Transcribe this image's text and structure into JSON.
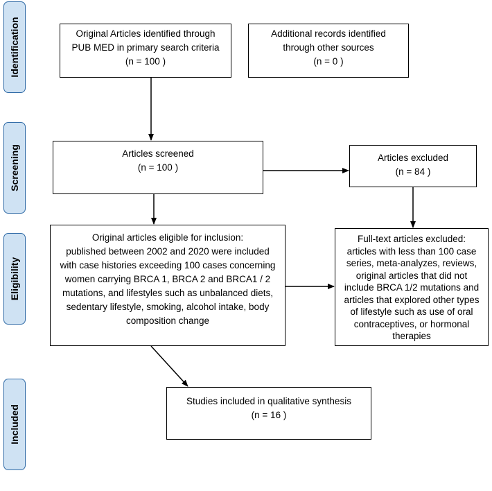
{
  "stages": {
    "identification": "Identification",
    "screening": "Screening",
    "eligibility": "Eligibility",
    "included": "Included"
  },
  "boxes": {
    "original_articles": {
      "line1": "Original Articles identified through",
      "line2": "PUB MED in primary search criteria",
      "count": "(n = 100  )"
    },
    "additional_records": {
      "line1": "Additional records identified",
      "line2": "through other sources",
      "count": "(n = 0   )"
    },
    "articles_screened": {
      "line1": "Articles screened",
      "count": "(n = 100   )"
    },
    "articles_excluded": {
      "line1": "Articles excluded",
      "count": "(n = 84   )"
    },
    "eligible": {
      "line1": "Original articles eligible for inclusion:",
      "line2": "published between 2002 and 2020 were included",
      "line3": "with case histories exceeding 100 cases concerning",
      "line4": "women carrying BRCA 1, BRCA 2 and BRCA1 / 2",
      "line5": "mutations, and lifestyles such as unbalanced diets,",
      "line6": "sedentary lifestyle, smoking, alcohol intake, body",
      "line7": "composition change"
    },
    "fulltext_excluded": {
      "line1": "Full-text articles excluded:",
      "line2": "articles with less than 100 case",
      "line3": "series, meta-analyzes, reviews,",
      "line4": "original articles that did not",
      "line5": "include BRCA 1/2 mutations and",
      "line6": "articles that explored other types",
      "line7": "of lifestyle such as use of oral",
      "line8": "contraceptives, or hormonal",
      "line9": "therapies"
    },
    "included_studies": {
      "line1": "Studies included in qualitative synthesis",
      "count": "(n = 16   )"
    }
  },
  "colors": {
    "stage_fill": "#cfe2f3",
    "stage_border": "#2f6aa6",
    "box_border": "#000000",
    "arrow": "#000000"
  }
}
